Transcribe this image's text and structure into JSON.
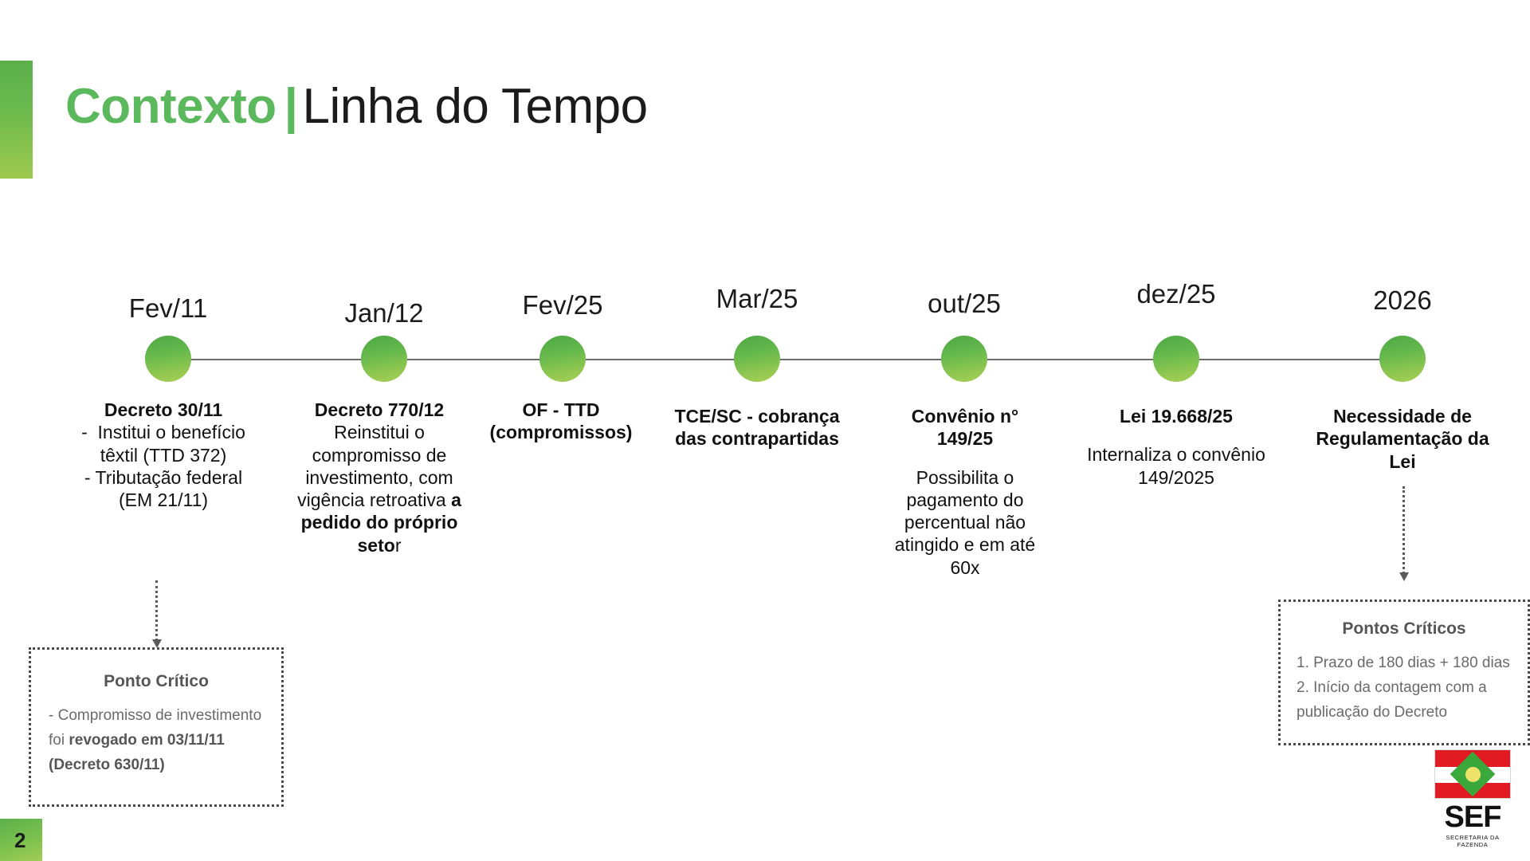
{
  "slide": {
    "page_number": "2",
    "title_strong": "Contexto",
    "title_pipe": "|",
    "title_rest": "Linha do Tempo"
  },
  "theme": {
    "accent_green": "#5cb85c",
    "node_green_dark": "#4fa845",
    "node_green_light": "#a7d056",
    "axis_gray": "#6d6d6d",
    "callout_gray": "#6a6a6a"
  },
  "timeline": {
    "milestones": [
      {
        "date": "Fev/11",
        "heading": "Decreto 30/11",
        "body_html": "-&nbsp; Institui o benefício têxtil (TTD 372)<br>- Tributação federal (EM 21/11)"
      },
      {
        "date": "Jan/12",
        "heading": "Decreto 770/12",
        "body_html": "Reinstitui o compromisso de investimento, com vigência retroativa <b>a pedido do próprio seto</b>r"
      },
      {
        "date": "Fev/25",
        "heading": "OF - TTD (compromissos)",
        "body_html": ""
      },
      {
        "date": "Mar/25",
        "heading": "TCE/SC - cobrança das contrapartidas",
        "body_html": ""
      },
      {
        "date": "out/25",
        "heading": "Convênio n° 149/25",
        "body_html": "Possibilita o pagamento do percentual não atingido e em até 60x"
      },
      {
        "date": "dez/25",
        "heading": "Lei 19.668/25",
        "body_html": "Internaliza o convênio 149/2025"
      },
      {
        "date": "2026",
        "heading": "Necessidade de Regulamentação da Lei",
        "body_html": ""
      }
    ]
  },
  "callouts": {
    "left": {
      "title": "Ponto Crítico",
      "body_html": "- Compromisso de investimento foi <b>revogado em 03/11/11 (Decreto 630/11)</b>"
    },
    "right": {
      "title": "Pontos Críticos",
      "line1": "1. Prazo de 180 dias + 180 dias",
      "line2": "2. Início da contagem com a publicação do Decreto"
    }
  },
  "logo": {
    "wordmark": "SEF",
    "subtitle": "SECRETARIA DA FAZENDA"
  }
}
